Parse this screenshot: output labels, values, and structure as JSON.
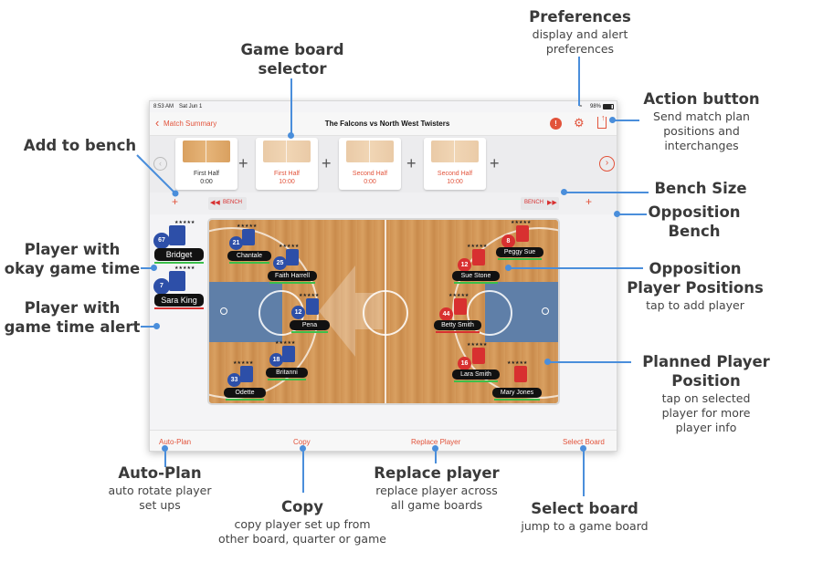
{
  "callouts": {
    "preferences": {
      "title": "Preferences",
      "sub": [
        "display and alert",
        "preferences"
      ]
    },
    "game_board_selector": {
      "title": [
        "Game board",
        "selector"
      ]
    },
    "action_button": {
      "title": "Action button",
      "sub": [
        "Send match plan",
        "positions and",
        "interchanges"
      ]
    },
    "add_to_bench": {
      "title": "Add to bench"
    },
    "bench_size": {
      "title": "Bench Size"
    },
    "opposition_bench": {
      "title": [
        "Opposition",
        "Bench"
      ]
    },
    "player_okay": {
      "title": [
        "Player with",
        "okay game time"
      ]
    },
    "player_alert": {
      "title": [
        "Player with",
        "game time alert"
      ]
    },
    "opposition_positions": {
      "title": [
        "Opposition",
        "Player Positions"
      ],
      "sub": [
        "tap to add player"
      ]
    },
    "planned_position": {
      "title": [
        "Planned Player",
        "Position"
      ],
      "sub": [
        "tap on selected",
        "player for more",
        "player info"
      ]
    },
    "auto_plan": {
      "title": "Auto-Plan",
      "sub": [
        "auto rotate player",
        "set ups"
      ]
    },
    "copy": {
      "title": "Copy",
      "sub": [
        "copy player set up from",
        "other board, quarter or game"
      ]
    },
    "replace_player": {
      "title": "Replace player",
      "sub": [
        "replace player across",
        "all game boards"
      ]
    },
    "select_board": {
      "title": "Select board",
      "sub": [
        "jump to a game board"
      ]
    }
  },
  "app": {
    "status": {
      "time": "8:53 AM",
      "date": "Sat Jun 1",
      "battery": "98%"
    },
    "nav": {
      "back_label": "Match Summary",
      "title": "The Falcons vs North West Twisters"
    },
    "boards": [
      {
        "label": "First Half",
        "time": "0:00",
        "selected": false
      },
      {
        "label": "First Half",
        "time": "10:00",
        "selected": true
      },
      {
        "label": "Second Half",
        "time": "0:00",
        "selected": true
      },
      {
        "label": "Second Half",
        "time": "10:00",
        "selected": true
      }
    ],
    "bench": {
      "left_label": "BENCH",
      "right_label": "BENCH",
      "add_glyph": "+"
    },
    "bench_players": [
      {
        "number": "67",
        "name": "Bridget",
        "status": "ok"
      },
      {
        "number": "7",
        "name": "Sara King",
        "status": "alert"
      }
    ],
    "home_players": [
      {
        "number": "21",
        "name": "Chantale"
      },
      {
        "number": "25",
        "name": "Faith Harrell"
      },
      {
        "number": "12",
        "name": "Pena"
      },
      {
        "number": "18",
        "name": "Britanni"
      },
      {
        "number": "33",
        "name": "Odette"
      }
    ],
    "opposition_players": [
      {
        "number": "8",
        "name": "Peggy Sue"
      },
      {
        "number": "12",
        "name": "Sue Stone"
      },
      {
        "number": "44",
        "name": "Betty Smith"
      },
      {
        "number": "16",
        "name": "Lara Smith"
      },
      {
        "number": "",
        "name": "Mary Jones"
      }
    ],
    "toolbar": {
      "auto_plan": "Auto-Plan",
      "copy": "Copy",
      "replace": "Replace Player",
      "select": "Select Board"
    },
    "stars": "★★★★★",
    "colors": {
      "accent": "#e2533b",
      "home": "#2d4fa8",
      "opposition": "#d83030",
      "callout": "#4a8edb"
    }
  }
}
